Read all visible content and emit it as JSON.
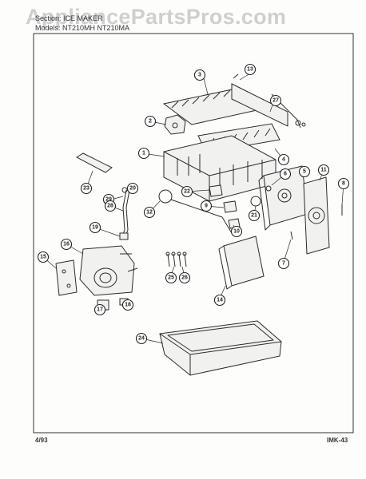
{
  "watermark": "AppliancePartsPros.com",
  "header": {
    "section_line": "Section: ICE MAKER",
    "models_line": "Models: NT210MH NT210MA"
  },
  "footer": {
    "date": "4/93",
    "code": "IMK-43"
  },
  "callouts": [
    "1",
    "2",
    "3",
    "4",
    "5",
    "6",
    "7",
    "8",
    "9",
    "10",
    "11",
    "12",
    "13",
    "14",
    "15",
    "16",
    "17",
    "18",
    "19",
    "20",
    "21",
    "22",
    "23",
    "24",
    "25",
    "26",
    "27",
    "28",
    "29"
  ]
}
